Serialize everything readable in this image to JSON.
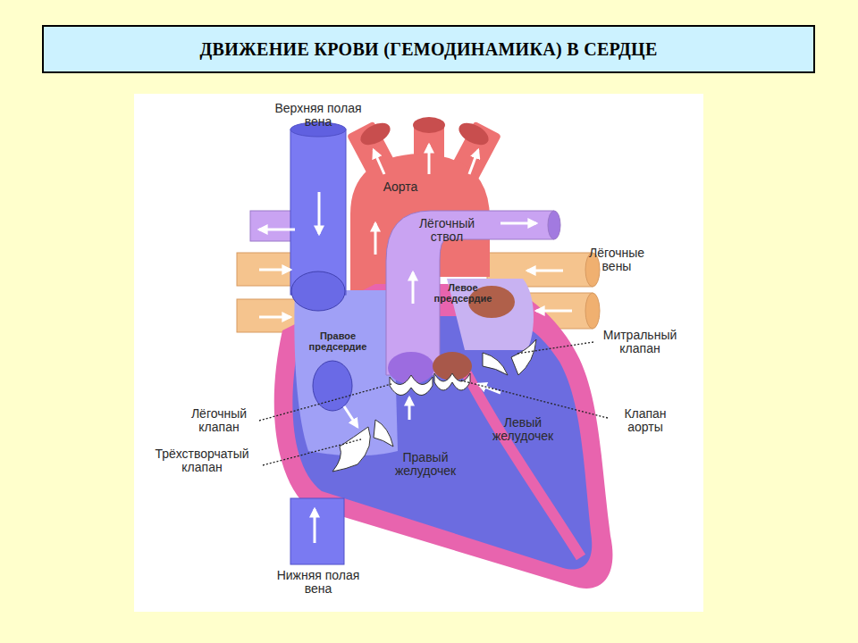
{
  "diagram": {
    "title": "ДВИЖЕНИЕ КРОВИ (ГЕМОДИНАМИКА) В СЕРДЦЕ",
    "labels": [
      "Верхняя полая вена",
      "Аорта",
      "Лёгочный ствол",
      "Лёгочные вены",
      "Левое предсердие",
      "Правое предсердие",
      "Митральный клапан",
      "Лёгочный клапан",
      "Клапан аорты",
      "Левый желудочек",
      "Трёхстворчатый клапан",
      "Правый желудочек",
      "Нижняя полая вена"
    ]
  }
}
